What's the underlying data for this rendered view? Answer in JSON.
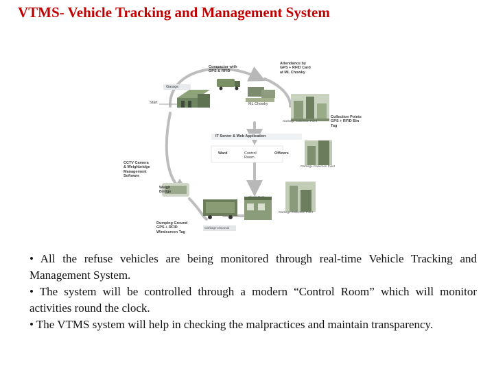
{
  "slide": {
    "title": "VTMS- Vehicle Tracking and Management System"
  },
  "diagram": {
    "garage": "Garage",
    "start": "Start",
    "compactor": [
      "Compactor with",
      "GPS & RFID"
    ],
    "attendance": [
      "Attendance by",
      "GPS + RFID Card",
      "at ML Chowky"
    ],
    "ml_chowky": "ML Chowky",
    "gcp_top": "Garbage Collection Point",
    "collection_points": [
      "Collection Points",
      "GPS + RFID Bin",
      "Tag"
    ],
    "it_server": "IT Server & Web Application",
    "ward": "Ward",
    "control_room": [
      "Control",
      "Room"
    ],
    "officers": "Officers",
    "gcp_mid": "Garbage Collection Point",
    "cctv": [
      "CCTV Camera",
      "& Weighbridge",
      "Management",
      "Software"
    ],
    "weigh_bridge": [
      "Weigh",
      "Bridge"
    ],
    "check_post": "Check Post",
    "gcp_bottom": "Garbage Collection Point",
    "garbage_disposal": "Garbage Disposal",
    "dumping_ground": [
      "Dumping Ground",
      "GPS + RFID",
      "Windscreen Tag"
    ]
  },
  "bullets": [
    "• All the refuse vehicles are being monitored through real-time Vehicle Tracking and Management System.",
    "• The system will be controlled through a modern “Control Room” which will monitor activities round the clock.",
    "• The VTMS system will help in checking the malpractices and maintain transparency."
  ],
  "colors": {
    "title": "#c00000",
    "arrows": "#b8b8b8",
    "label_bar": "#9aa0a8"
  }
}
